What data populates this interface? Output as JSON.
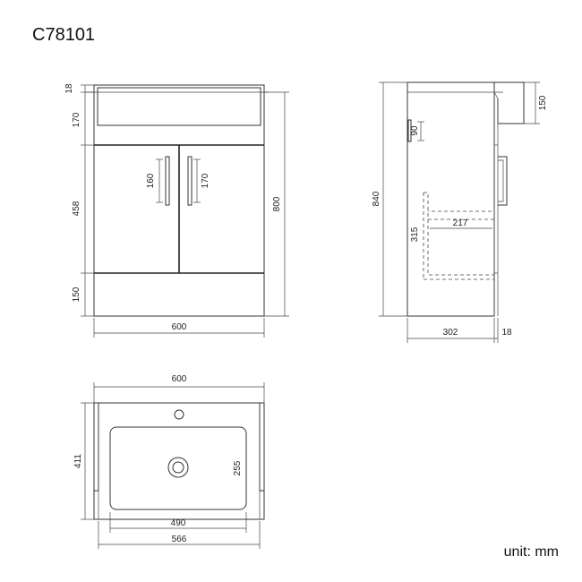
{
  "model_code": "C78101",
  "unit_label": "unit: mm",
  "front_view": {
    "dim_top_edge": "18",
    "dim_basin": "170",
    "dim_doors": "458",
    "dim_plinth": "150",
    "dim_total_height": "800",
    "dim_width": "600",
    "dim_handle_left": "160",
    "dim_handle_right": "170"
  },
  "side_view": {
    "dim_total_height": "840",
    "dim_basin_height": "150",
    "dim_handle": "90",
    "dim_shelf_height": "315",
    "dim_shelf_depth": "217",
    "dim_depth": "302",
    "dim_door_thickness": "18"
  },
  "top_view": {
    "dim_width": "600",
    "dim_depth": "411",
    "dim_bowl_width": "490",
    "dim_bowl_depth": "255",
    "dim_base_width": "566"
  }
}
